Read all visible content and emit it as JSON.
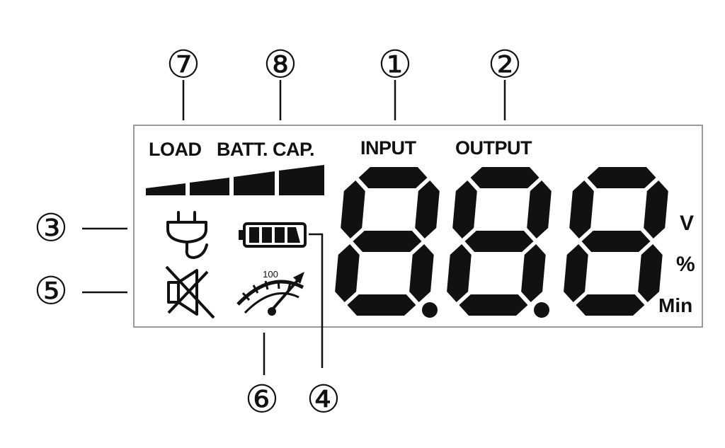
{
  "callouts": [
    {
      "id": "7",
      "text": "⑦"
    },
    {
      "id": "8",
      "text": "⑧"
    },
    {
      "id": "1",
      "text": "①"
    },
    {
      "id": "2",
      "text": "②"
    },
    {
      "id": "3",
      "text": "③"
    },
    {
      "id": "5",
      "text": "⑤"
    },
    {
      "id": "6",
      "text": "⑥"
    },
    {
      "id": "4",
      "text": "④"
    }
  ],
  "labels": {
    "load": "LOAD",
    "batt_cap": "BATT. CAP.",
    "input": "INPUT",
    "output": "OUTPUT"
  },
  "units": {
    "volt": "V",
    "percent": "%",
    "minutes": "Min"
  },
  "display": {
    "digits": "888",
    "meter_scale": "100"
  },
  "icons": {
    "plug": "ac-plug-icon",
    "mute": "speaker-muted-icon",
    "battery": "battery-icon",
    "meter": "load-meter-icon"
  },
  "colors": {
    "ink": "#111111",
    "panel_border": "#999999",
    "background": "#ffffff"
  }
}
